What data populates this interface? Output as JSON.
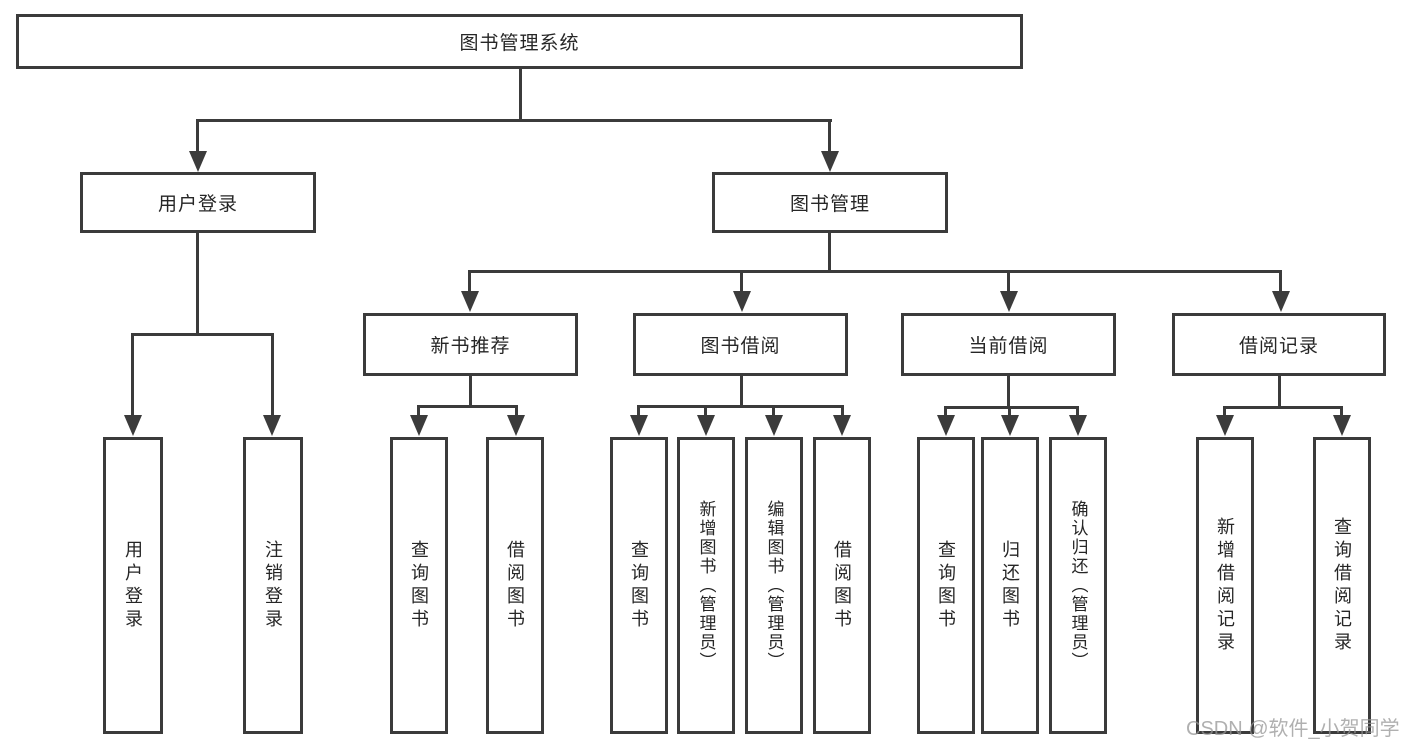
{
  "diagram_type": "hierarchy-tree",
  "tree": {
    "root": {
      "label": "图书管理系统",
      "children": [
        {
          "label": "用户登录",
          "children": [
            {
              "label": "用户登录"
            },
            {
              "label": "注销登录"
            }
          ]
        },
        {
          "label": "图书管理",
          "children": [
            {
              "label": "新书推荐",
              "children": [
                {
                  "label": "查询图书"
                },
                {
                  "label": "借阅图书"
                }
              ]
            },
            {
              "label": "图书借阅",
              "children": [
                {
                  "label": "查询图书"
                },
                {
                  "label": "新增图书（管理员）"
                },
                {
                  "label": "编辑图书（管理员）"
                },
                {
                  "label": "借阅图书"
                }
              ]
            },
            {
              "label": "当前借阅",
              "children": [
                {
                  "label": "查询图书"
                },
                {
                  "label": "归还图书"
                },
                {
                  "label": "确认归还（管理员）"
                }
              ]
            },
            {
              "label": "借阅记录",
              "children": [
                {
                  "label": "新增借阅记录"
                },
                {
                  "label": "查询借阅记录"
                }
              ]
            }
          ]
        }
      ]
    }
  },
  "watermark": {
    "text": "CSDN @软件_小贺同学"
  },
  "colors": {
    "background": "#ffffff",
    "box_fill": "#ffffff",
    "box_border": "#3b3b3b",
    "connector": "#3b3b3b",
    "text": "#262626",
    "watermark": "#969696"
  }
}
